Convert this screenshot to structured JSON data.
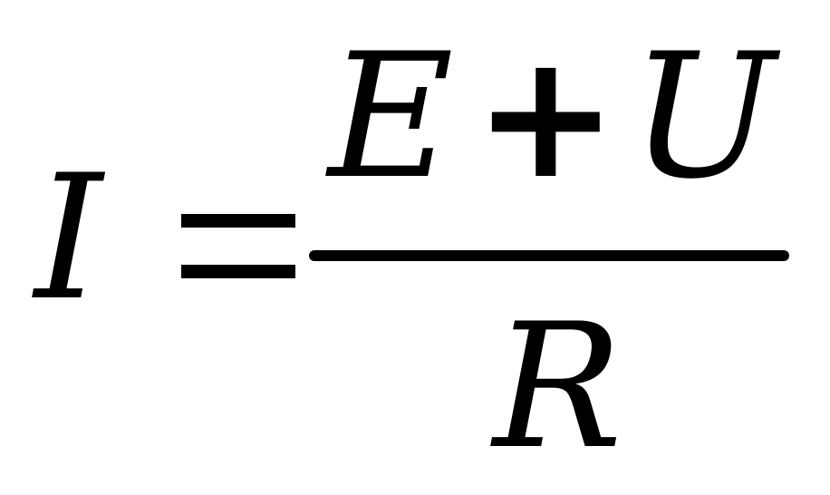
{
  "equation": {
    "lhs": "I",
    "equals": "=",
    "numerator": {
      "left": "E",
      "operator": "+",
      "right": "U"
    },
    "denominator": "R"
  }
}
